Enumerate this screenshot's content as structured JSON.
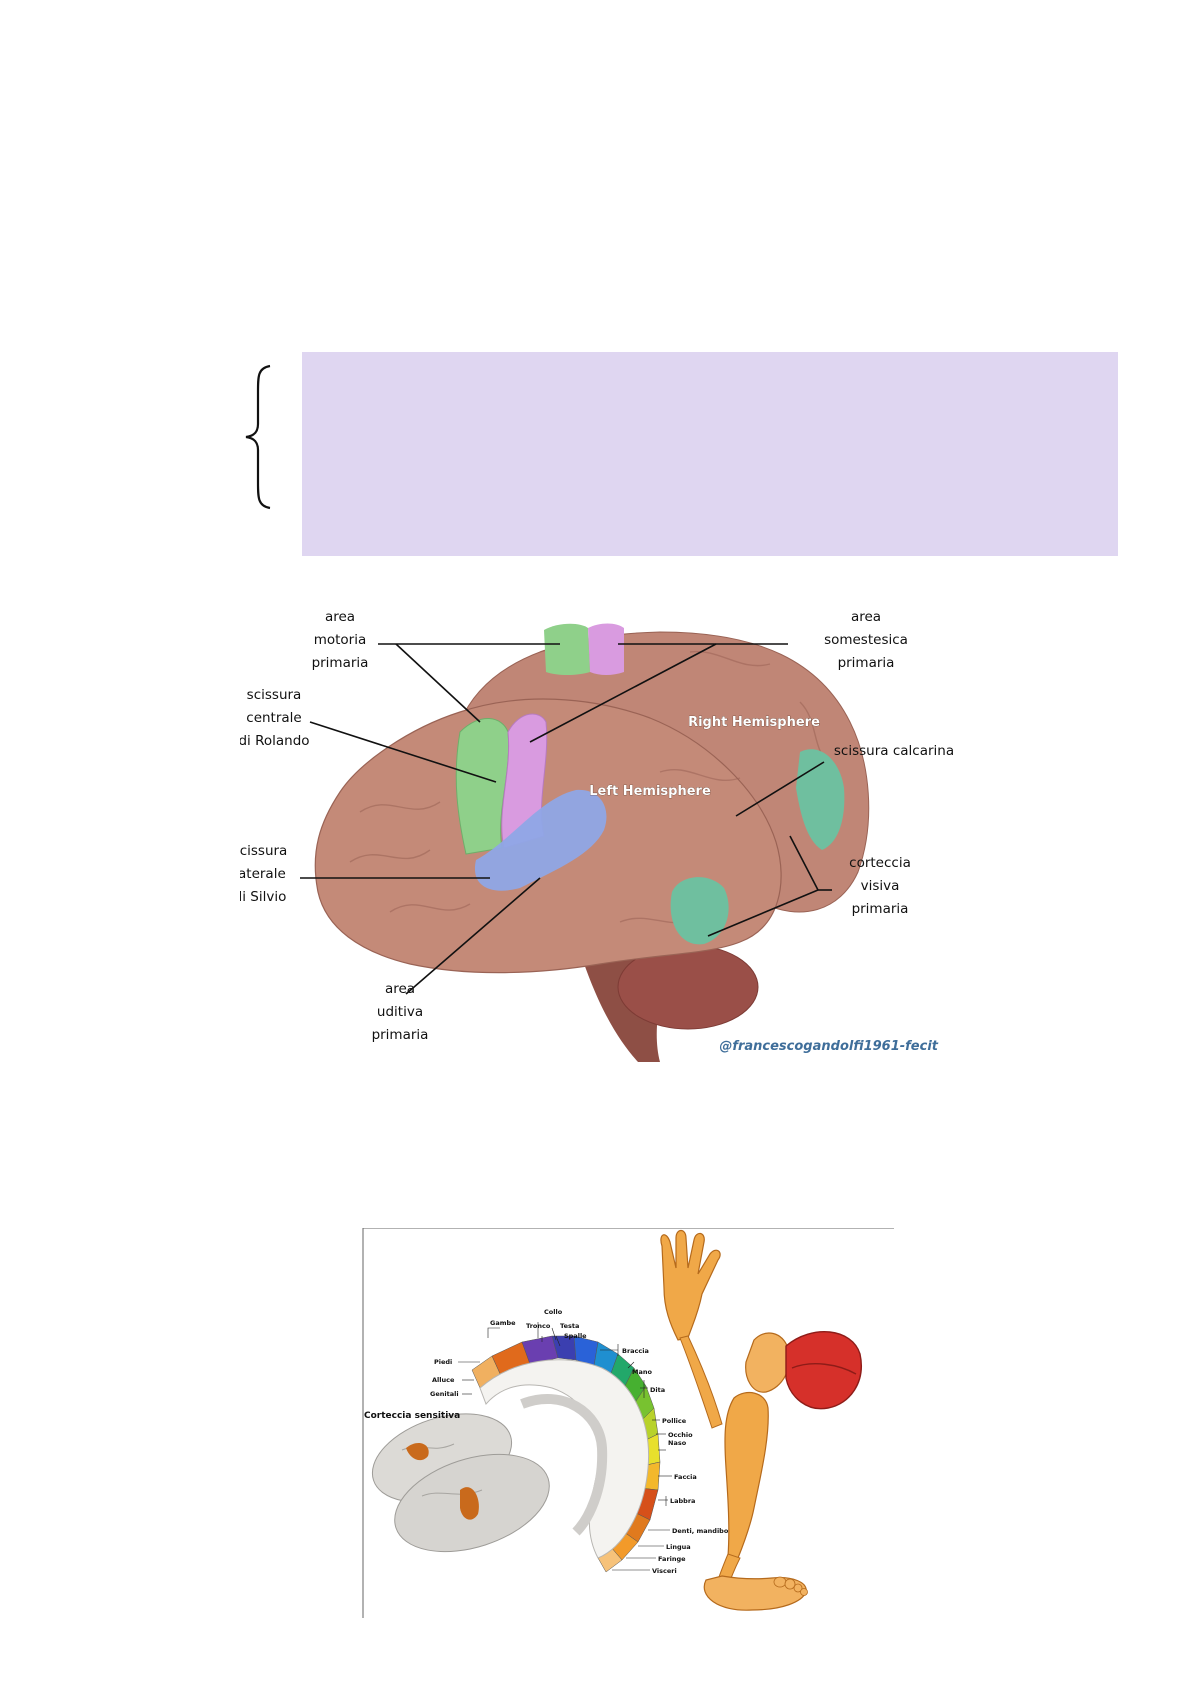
{
  "figure1": {
    "labels": {
      "motor": [
        "area",
        "motoria",
        "primaria"
      ],
      "somato": [
        "area",
        "somestesica",
        "primaria"
      ],
      "rolando": [
        "scissura",
        "centrale",
        "di Rolando"
      ],
      "calcarina": "scissura calcarina",
      "silvio": [
        "scissura",
        "laterale",
        "di Silvio"
      ],
      "visiva": [
        "corteccia",
        "visiva",
        "primaria"
      ],
      "uditiva": [
        "area",
        "uditiva",
        "primaria"
      ],
      "right_hemisphere": "Right Hemisphere",
      "left_hemisphere": "Left Hemisphere",
      "credit": "@francescogandolfi1961-fecit"
    },
    "colors": {
      "cortex": "#c48a78",
      "motor": "#8fd08a",
      "somato": "#d99be0",
      "auditory": "#8fa6e6",
      "visual": "#6fbf9f",
      "cerebellum": "#9a4f48"
    }
  },
  "figure2": {
    "main_label": "Corteccia sensitiva",
    "labels": {
      "gambe": "Gambe",
      "collo": "Collo",
      "tronco": "Tronco",
      "testa": "Testa",
      "spalle": "Spalle",
      "braccia": "Braccia",
      "piedi": "Piedi",
      "mano": "Mano",
      "alluce": "Alluce",
      "dita": "Dita",
      "genitali": "Genitali",
      "pollice": "Pollice",
      "occhio": "Occhio",
      "naso": "Naso",
      "faccia": "Faccia",
      "labbra": "Labbra",
      "denti": "Denti, mandibola",
      "lingua": "Lingua",
      "faringe": "Faringe",
      "visceri": "Visceri"
    }
  }
}
